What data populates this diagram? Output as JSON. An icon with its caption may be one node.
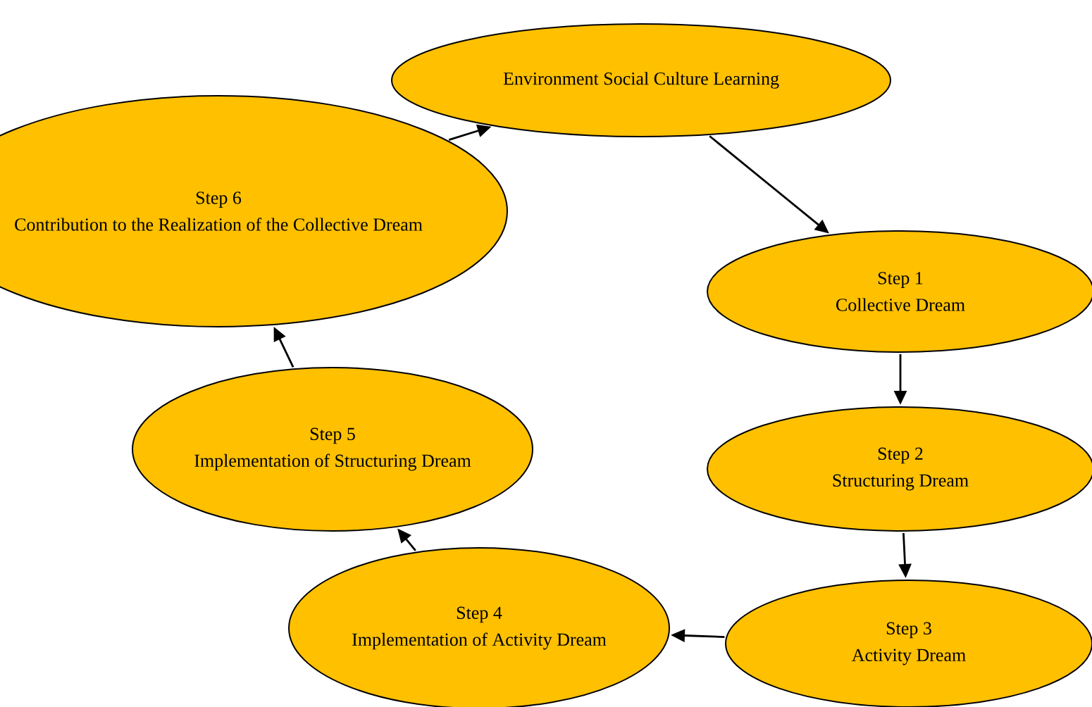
{
  "diagram": {
    "nodes": [
      {
        "text": [
          "Environment Social Culture Learning"
        ]
      },
      {
        "text": [
          "Step 1",
          "Collective Dream"
        ]
      },
      {
        "text": [
          "Step 2",
          "Structuring Dream"
        ]
      },
      {
        "text": [
          "Step 3",
          "Activity Dream"
        ]
      },
      {
        "text": [
          "Step 4",
          "Implementation of Activity Dream"
        ]
      },
      {
        "text": [
          "Step 5",
          "Implementation of Structuring Dream"
        ]
      },
      {
        "text": [
          "Step 6",
          "Contribution to the Realization of the Collective Dream"
        ]
      }
    ],
    "edges": [
      {
        "from": 0,
        "to": 1,
        "arrow": "to"
      },
      {
        "from": 1,
        "to": 2,
        "arrow": "to"
      },
      {
        "from": 2,
        "to": 3,
        "arrow": "to"
      },
      {
        "from": 3,
        "to": 4,
        "arrow": "to"
      },
      {
        "from": 4,
        "to": 5,
        "arrow": "to"
      },
      {
        "from": 5,
        "to": 6,
        "arrow": "to"
      },
      {
        "from": 6,
        "to": 0,
        "arrow": "to"
      }
    ]
  }
}
